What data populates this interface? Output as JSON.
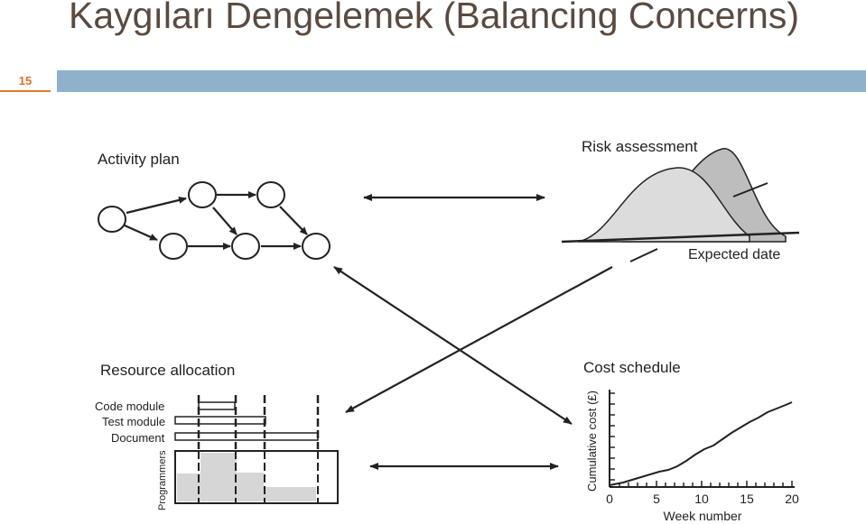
{
  "slide": {
    "title": "Kaygıları Dengelemek (Balancing Concerns)",
    "number": "15"
  },
  "activity_plan": {
    "heading": "Activity plan"
  },
  "risk_assessment": {
    "heading": "Risk assessment",
    "x_label": "Expected date"
  },
  "resource_allocation": {
    "heading": "Resource allocation",
    "rows": [
      "Code module",
      "Test module",
      "Document"
    ],
    "y_label": "Programmers"
  },
  "cost_schedule": {
    "heading": "Cost schedule",
    "y_label": "Cumulative cost (£)",
    "x_label": "Week number",
    "x_ticks": [
      "0",
      "5",
      "10",
      "15",
      "20"
    ]
  },
  "colors": {
    "title": "#5a4a3f",
    "bar": "#8fb1cc",
    "slide_number": "#d8722a",
    "fill_grey": "#d6d6d6"
  }
}
